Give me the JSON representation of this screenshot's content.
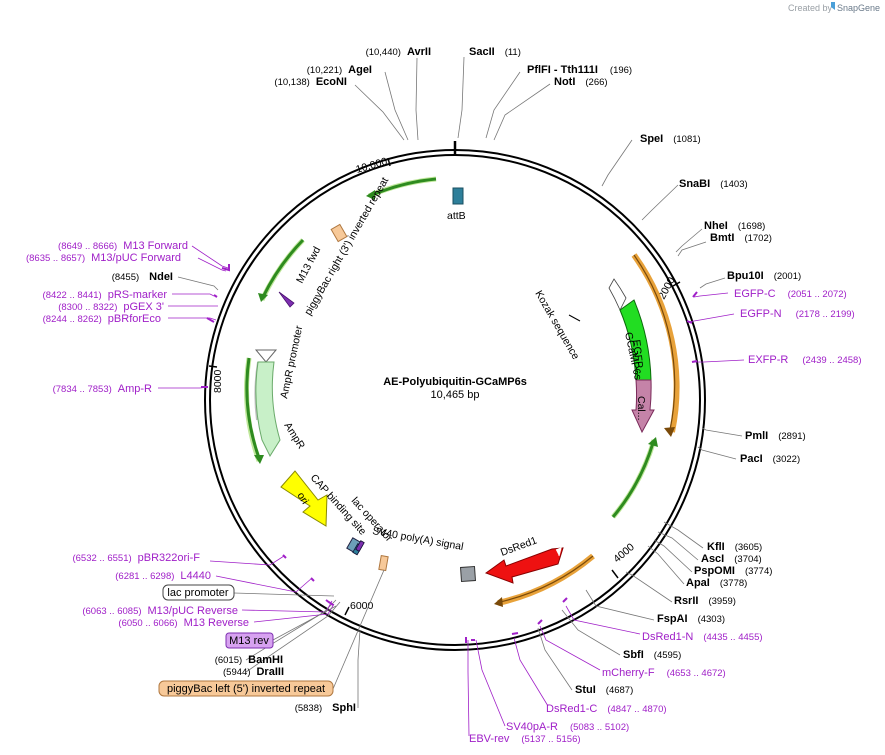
{
  "header": {
    "created_by": "Created by",
    "brand": "SnapGene"
  },
  "plasmid": {
    "name": "AE-Polyubiquitin-GCaMP6s",
    "size_label": "10,465 bp"
  },
  "backbone": {
    "tick_labels": [
      {
        "text": "2000"
      },
      {
        "text": "4000"
      },
      {
        "text": "6000"
      },
      {
        "text": "8000"
      },
      {
        "text": "10,000"
      }
    ]
  },
  "sites": [
    {
      "name": "AvrII",
      "pos": "(10,440)"
    },
    {
      "name": "SacII",
      "pos": "(11)"
    },
    {
      "name": "PflFI - Tth111I",
      "pos": "(196)"
    },
    {
      "name": "NotI",
      "pos": "(266)"
    },
    {
      "name": "AgeI",
      "pos": "(10,221)"
    },
    {
      "name": "EcoNI",
      "pos": "(10,138)"
    },
    {
      "name": "SpeI",
      "pos": "(1081)"
    },
    {
      "name": "SnaBI",
      "pos": "(1403)"
    },
    {
      "name": "NheI",
      "pos": "(1698)"
    },
    {
      "name": "BmtI",
      "pos": "(1702)"
    },
    {
      "name": "Bpu10I",
      "pos": "(2001)"
    },
    {
      "name": "PmlI",
      "pos": "(2891)"
    },
    {
      "name": "PacI",
      "pos": "(3022)"
    },
    {
      "name": "KflI",
      "pos": "(3605)"
    },
    {
      "name": "AscI",
      "pos": "(3704)"
    },
    {
      "name": "PspOMI",
      "pos": "(3774)"
    },
    {
      "name": "ApaI",
      "pos": "(3778)"
    },
    {
      "name": "RsrII",
      "pos": "(3959)"
    },
    {
      "name": "FspAI",
      "pos": "(4303)"
    },
    {
      "name": "SbfI",
      "pos": "(4595)"
    },
    {
      "name": "StuI",
      "pos": "(4687)"
    },
    {
      "name": "NdeI",
      "pos": "(8455)"
    },
    {
      "name": "BamHI",
      "pos": "(6015)"
    },
    {
      "name": "DraIII",
      "pos": "(5944)"
    },
    {
      "name": "SphI",
      "pos": "(5838)"
    }
  ],
  "primers": [
    {
      "name": "M13 Forward",
      "pos": "(8649 .. 8666)"
    },
    {
      "name": "M13/pUC Forward",
      "pos": "(8635 .. 8657)"
    },
    {
      "name": "pRS-marker",
      "pos": "(8422 .. 8441)"
    },
    {
      "name": "pGEX 3'",
      "pos": "(8300 .. 8322)"
    },
    {
      "name": "pBRforEco",
      "pos": "(8244 .. 8262)"
    },
    {
      "name": "Amp-R",
      "pos": "(7834 .. 7853)"
    },
    {
      "name": "EGFP-C",
      "pos": "(2051 .. 2072)"
    },
    {
      "name": "EGFP-N",
      "pos": "(2178 .. 2199)"
    },
    {
      "name": "EXFP-R",
      "pos": "(2439 .. 2458)"
    },
    {
      "name": "pBR322ori-F",
      "pos": "(6532 .. 6551)"
    },
    {
      "name": "L4440",
      "pos": "(6281 .. 6298)"
    },
    {
      "name": "M13/pUC Reverse",
      "pos": "(6063 .. 6085)"
    },
    {
      "name": "M13 Reverse",
      "pos": "(6050 .. 6066)"
    },
    {
      "name": "DsRed1-N",
      "pos": "(4435 .. 4455)"
    },
    {
      "name": "mCherry-F",
      "pos": "(4653 .. 4672)"
    },
    {
      "name": "DsRed1-C",
      "pos": "(4847 .. 4870)"
    },
    {
      "name": "SV40pA-R",
      "pos": "(5083 .. 5102)"
    },
    {
      "name": "EBV-rev",
      "pos": "(5137 .. 5156)"
    }
  ],
  "features": {
    "attB": "attB",
    "piggybac_right": "piggyBac right (3') inverted repeat",
    "m13_fwd": "M13 fwd",
    "ampr_promoter": "AmpR promoter",
    "ampr": "AmpR",
    "ori": "ori",
    "cap_binding_site": "CAP binding site",
    "lac_operator": "lac operator",
    "sv40_polya": "SV40 poly(A) signal",
    "dsred1": "DsRed1",
    "kozak": "Kozak sequence",
    "gcamp6s": "GCaMP6s",
    "egfp": "EGFP...",
    "cal": "Cal...",
    "lac_promoter": "lac promoter",
    "m13_rev": "M13 rev",
    "piggybac_left": "piggyBac left (5') inverted repeat"
  },
  "colors": {
    "backbone": "#000000",
    "green_arrow": "#2e8b1f",
    "orange_arc": "#e8a23a",
    "primer": "#a020c8",
    "egfp": "#22dd22",
    "cal": "#c583a8",
    "ampr": "#c8f0c8",
    "ori": "#ffff00",
    "dsred": "#ee1111",
    "attb": "#2e7f9a",
    "piggybac": "#f7c999",
    "sv40": "#9aa0a6",
    "m13rev_fill": "#d7a2f0"
  }
}
